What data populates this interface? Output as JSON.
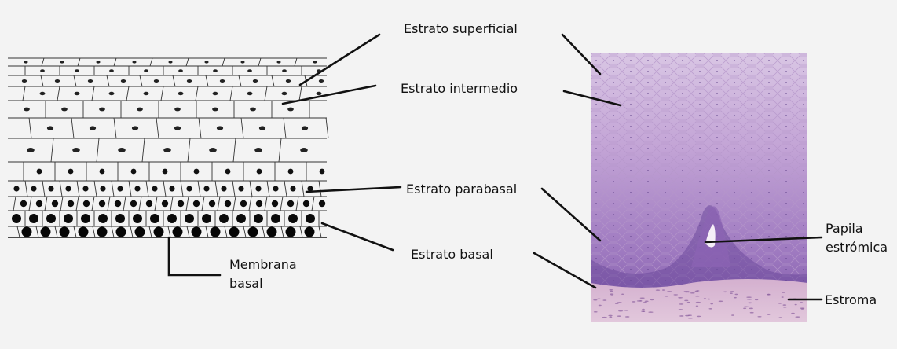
{
  "labels": {
    "estrato_superficial": "Estrato superficial",
    "estrato_intermedio": "Estrato intermedio",
    "estrato_parabasal": "Estrato parabasal",
    "estrato_basal": "Estrato basal",
    "membrana_basal_line1": "Membrana",
    "membrana_basal_line2": "basal",
    "papila_line1": "Papila",
    "papila_line2": "estrómica",
    "estroma": "Estroma"
  },
  "colors": {
    "background": "#f3f3f3",
    "ink": "#111111",
    "tissue_light": "#c7a7d6",
    "tissue_mid": "#a57fc2",
    "tissue_dark": "#6b4a9a",
    "stroma": "#d8b8d2"
  }
}
